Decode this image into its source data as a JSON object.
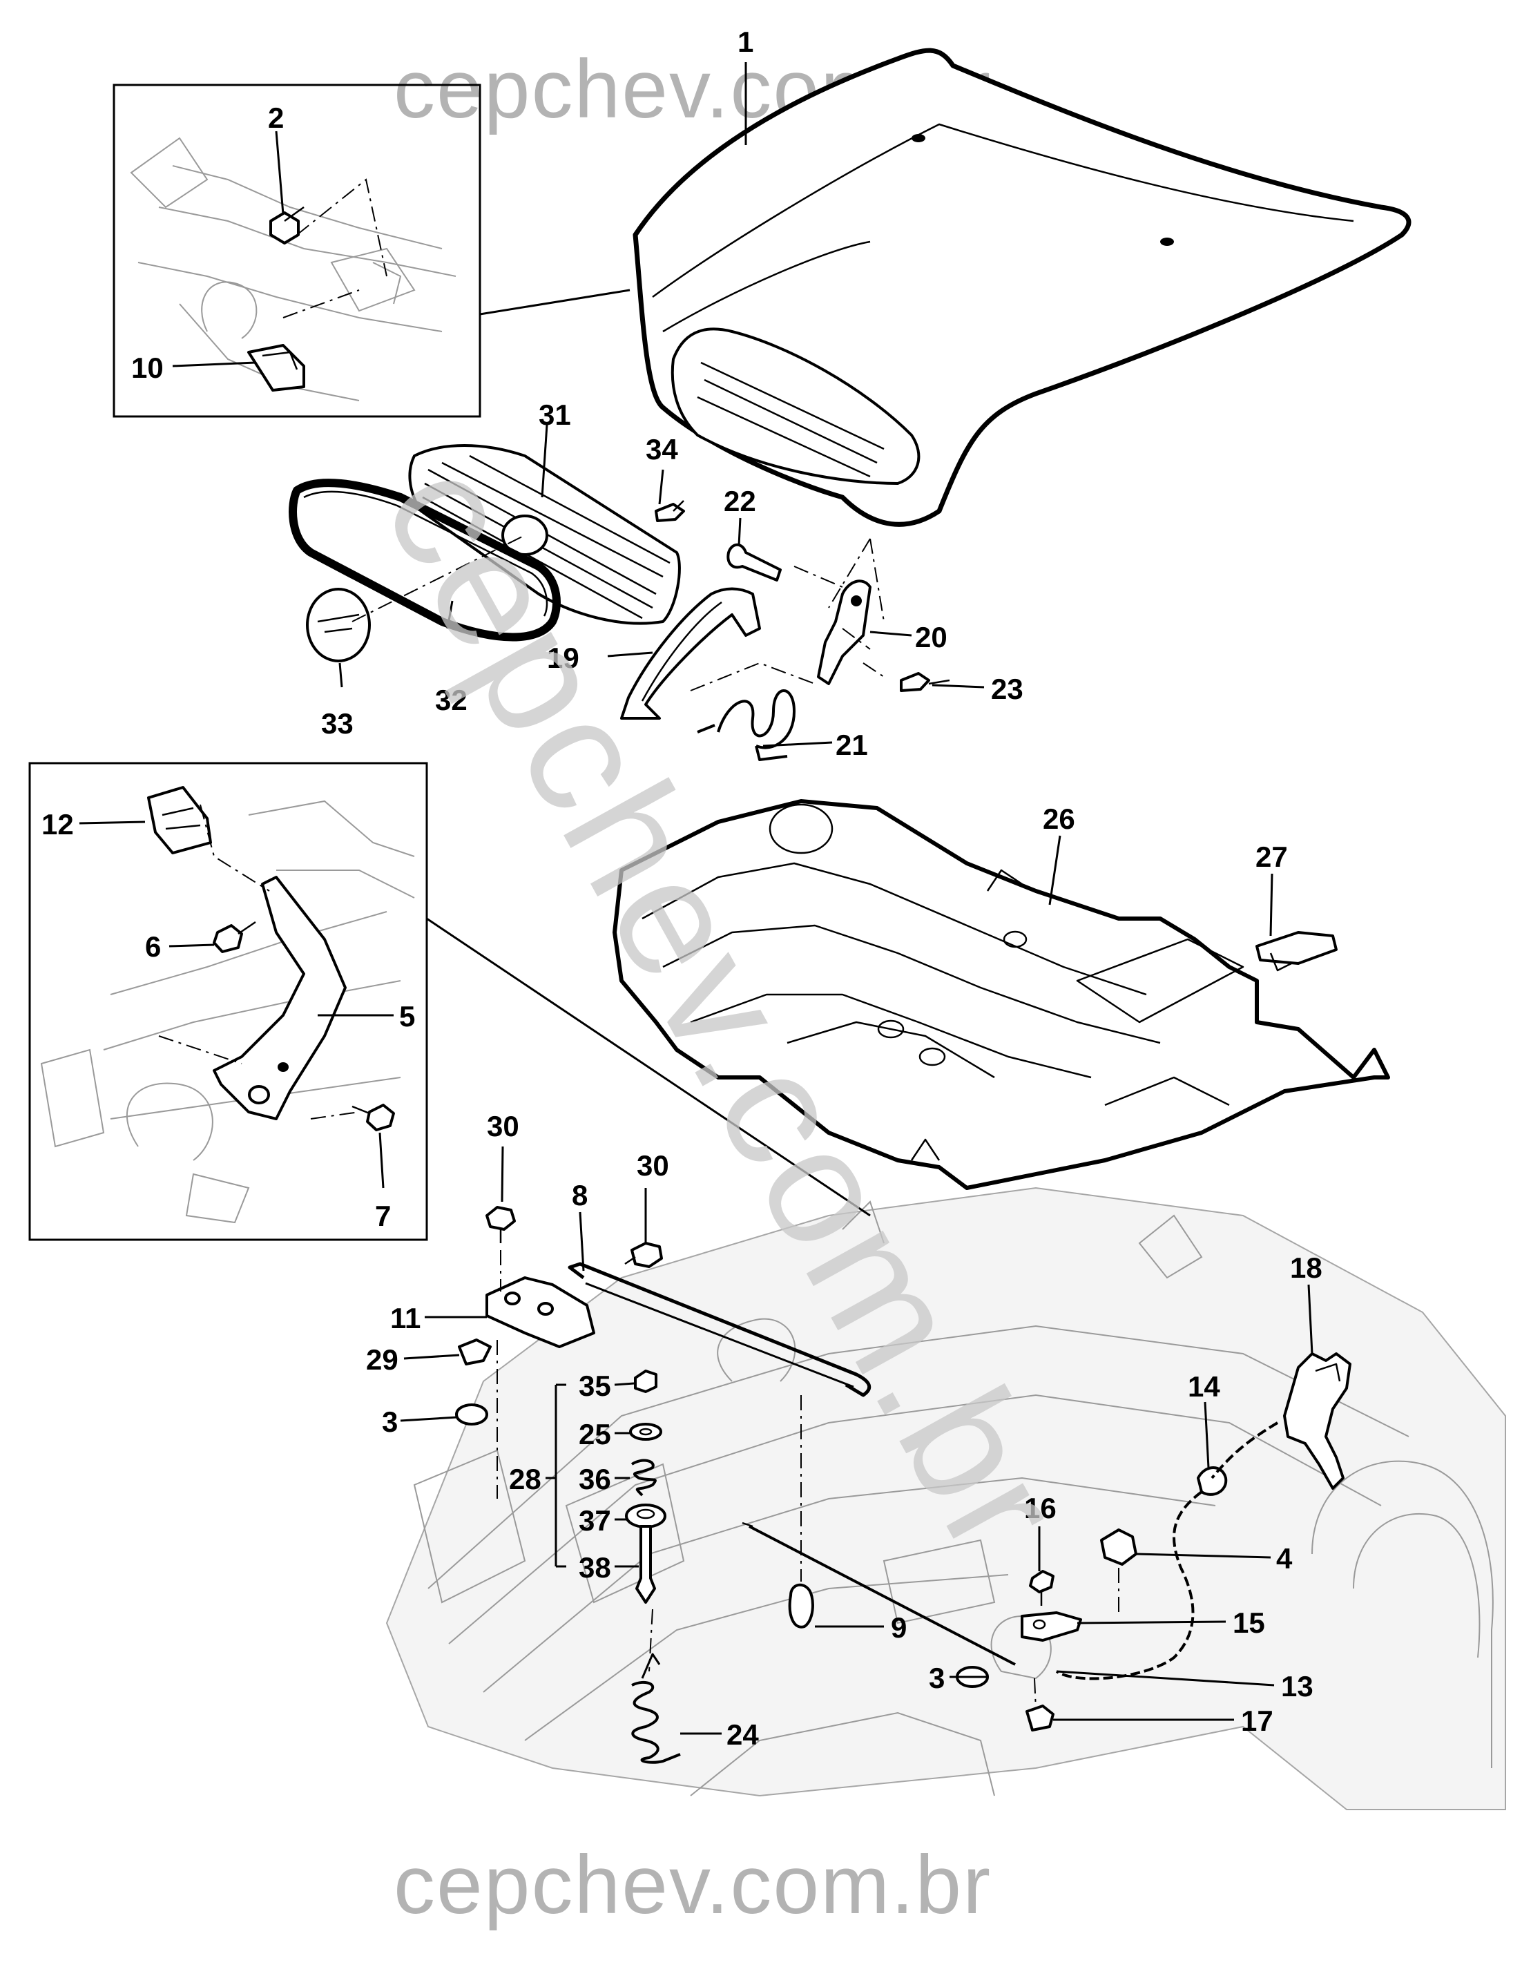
{
  "watermarks": {
    "top": "cepchev.com.br",
    "bottom": "cepchev.com.br",
    "diagonal": "cepchev.com.br"
  },
  "callouts": {
    "c1": "1",
    "c2": "2",
    "c3a": "3",
    "c3b": "3",
    "c4": "4",
    "c5": "5",
    "c6": "6",
    "c7": "7",
    "c8": "8",
    "c9": "9",
    "c10": "10",
    "c11": "11",
    "c12": "12",
    "c13": "13",
    "c14": "14",
    "c15": "15",
    "c16": "16",
    "c17": "17",
    "c18": "18",
    "c19": "19",
    "c20": "20",
    "c21": "21",
    "c22": "22",
    "c23": "23",
    "c24": "24",
    "c25": "25",
    "c26": "26",
    "c27": "27",
    "c28": "28",
    "c29": "29",
    "c30a": "30",
    "c30b": "30",
    "c31": "31",
    "c32": "32",
    "c33": "33",
    "c34": "34",
    "c35": "35",
    "c36": "36",
    "c37": "37",
    "c38": "38"
  }
}
